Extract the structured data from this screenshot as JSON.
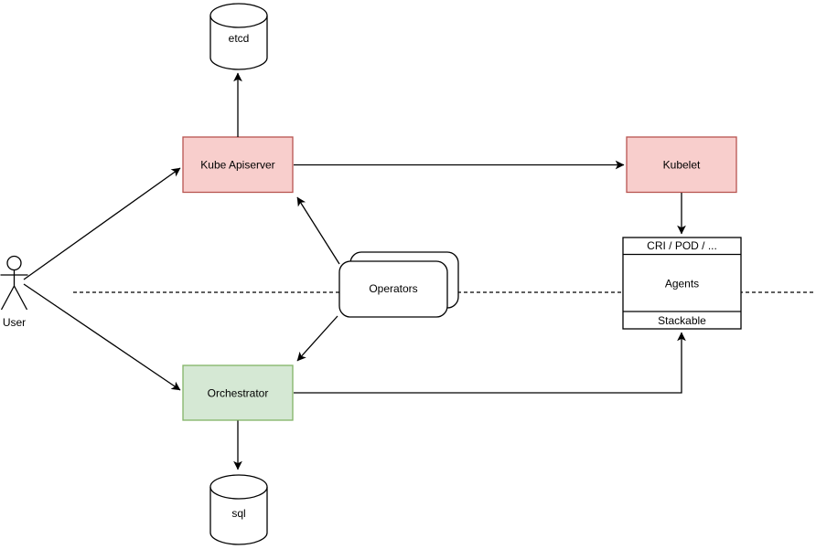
{
  "colors": {
    "api_node_fill": "#f8cecc",
    "api_node_stroke": "#b85450",
    "orchestrator_fill": "#d5e8d4",
    "orchestrator_stroke": "#82b366",
    "neutral_fill": "#ffffff",
    "line": "#000000",
    "background": "#ffffff"
  },
  "actor": {
    "label": "User"
  },
  "nodes": {
    "etcd": {
      "label": "etcd",
      "shape": "database-cylinder"
    },
    "kube_apiserver": {
      "label": "Kube Apiserver",
      "shape": "rectangle"
    },
    "kubelet": {
      "label": "Kubelet",
      "shape": "rectangle"
    },
    "operators": {
      "label": "Operators",
      "shape": "stacked-rounded-rectangle"
    },
    "orchestrator": {
      "label": "Orchestrator",
      "shape": "rectangle"
    },
    "sql": {
      "label": "sql",
      "shape": "database-cylinder"
    },
    "agents": {
      "header": "CRI / POD / ...",
      "body": "Agents",
      "footer": "Stackable",
      "shape": "three-section-rectangle"
    }
  },
  "edges": [
    {
      "from": "User",
      "to": "Kube Apiserver",
      "style": "arrow"
    },
    {
      "from": "User",
      "to": "Orchestrator",
      "style": "arrow"
    },
    {
      "from": "Kube Apiserver",
      "to": "etcd",
      "style": "arrow"
    },
    {
      "from": "Kube Apiserver",
      "to": "Kubelet",
      "style": "arrow"
    },
    {
      "from": "Kubelet",
      "to": "Agents header (CRI / POD / ...)",
      "style": "arrow"
    },
    {
      "from": "Operators",
      "to": "Kube Apiserver",
      "style": "arrow"
    },
    {
      "from": "Operators",
      "to": "Orchestrator",
      "style": "arrow"
    },
    {
      "from": "Orchestrator",
      "to": "Agents footer (Stackable)",
      "style": "arrow-elbow"
    },
    {
      "from": "Orchestrator",
      "to": "sql",
      "style": "arrow"
    }
  ],
  "separator": {
    "type": "dashed-horizontal-line"
  }
}
